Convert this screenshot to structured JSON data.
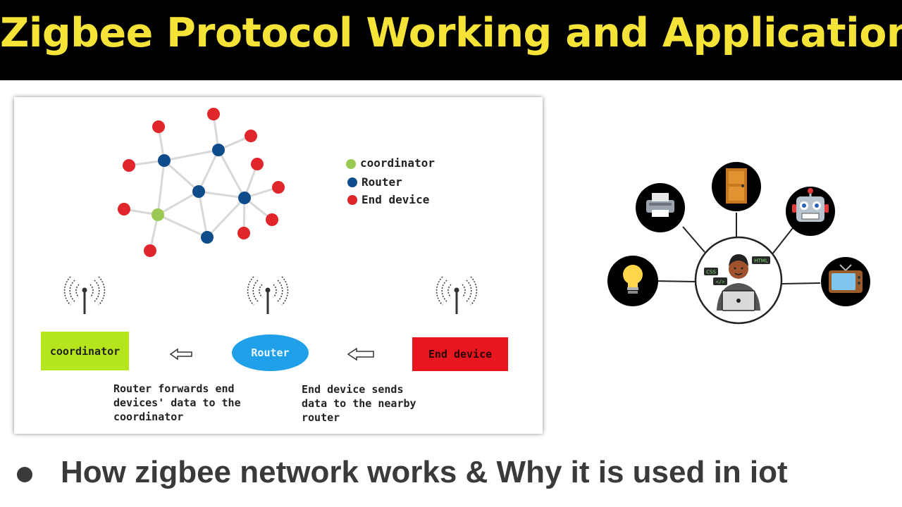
{
  "header": {
    "title": "Zigbee Protocol Working and Applications"
  },
  "legend": {
    "items": [
      {
        "label": "coordinator",
        "color": "#99c951"
      },
      {
        "label": "Router",
        "color": "#0f4c8c"
      },
      {
        "label": "End device",
        "color": "#e0262b"
      }
    ]
  },
  "flow": {
    "coordinator_label": "coordinator",
    "router_label": "Router",
    "end_device_label": "End device",
    "router_caption": "Router forwards end\ndevices' data to the\ncoordinator",
    "end_device_caption": "End device sends\ndata to the nearby\nrouter"
  },
  "iot": {
    "center_icon": "developer-with-laptop-icon",
    "center_tags": [
      "CSS",
      "HTML",
      "</>"
    ],
    "devices": [
      "printer-icon",
      "door-icon",
      "robot-icon",
      "light-bulb-icon",
      "television-icon"
    ]
  },
  "bullet": {
    "text": "How zigbee network works & Why it is used in iot"
  },
  "colors": {
    "banner_bg": "#000000",
    "title_text": "#f5e337",
    "coordinator_box": "#b5e61d",
    "router_ellipse": "#1fa0e8",
    "end_device_box": "#e8161f",
    "edge": "#d8d8d8"
  }
}
